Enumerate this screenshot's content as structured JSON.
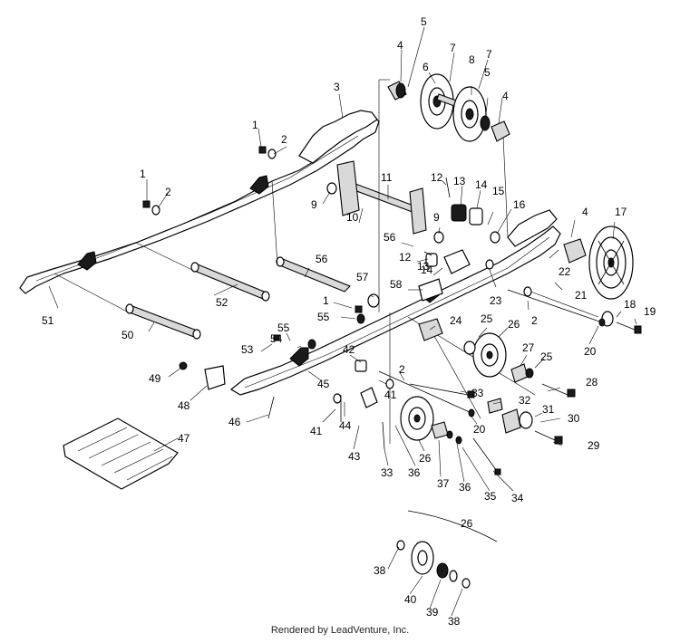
{
  "footer": {
    "text": "Rendered by LeadVenture, Inc."
  },
  "callouts": [
    "1",
    "2",
    "3",
    "4",
    "5",
    "6",
    "7",
    "8",
    "7",
    "5",
    "4",
    "1",
    "2",
    "9",
    "10",
    "11",
    "12",
    "13",
    "14",
    "15",
    "16",
    "4",
    "17",
    "9",
    "56",
    "12",
    "13",
    "14",
    "22",
    "21",
    "57",
    "58",
    "23",
    "1",
    "55",
    "56",
    "52",
    "51",
    "50",
    "24",
    "25",
    "26",
    "2",
    "18",
    "19",
    "20",
    "55",
    "54",
    "53",
    "49",
    "48",
    "42",
    "45",
    "41",
    "44",
    "2",
    "33",
    "27",
    "25",
    "28",
    "32",
    "31",
    "30",
    "20",
    "29",
    "46",
    "43",
    "41",
    "26",
    "37",
    "36",
    "35",
    "34",
    "33",
    "36",
    "47",
    "26",
    "38",
    "40",
    "39",
    "38"
  ]
}
